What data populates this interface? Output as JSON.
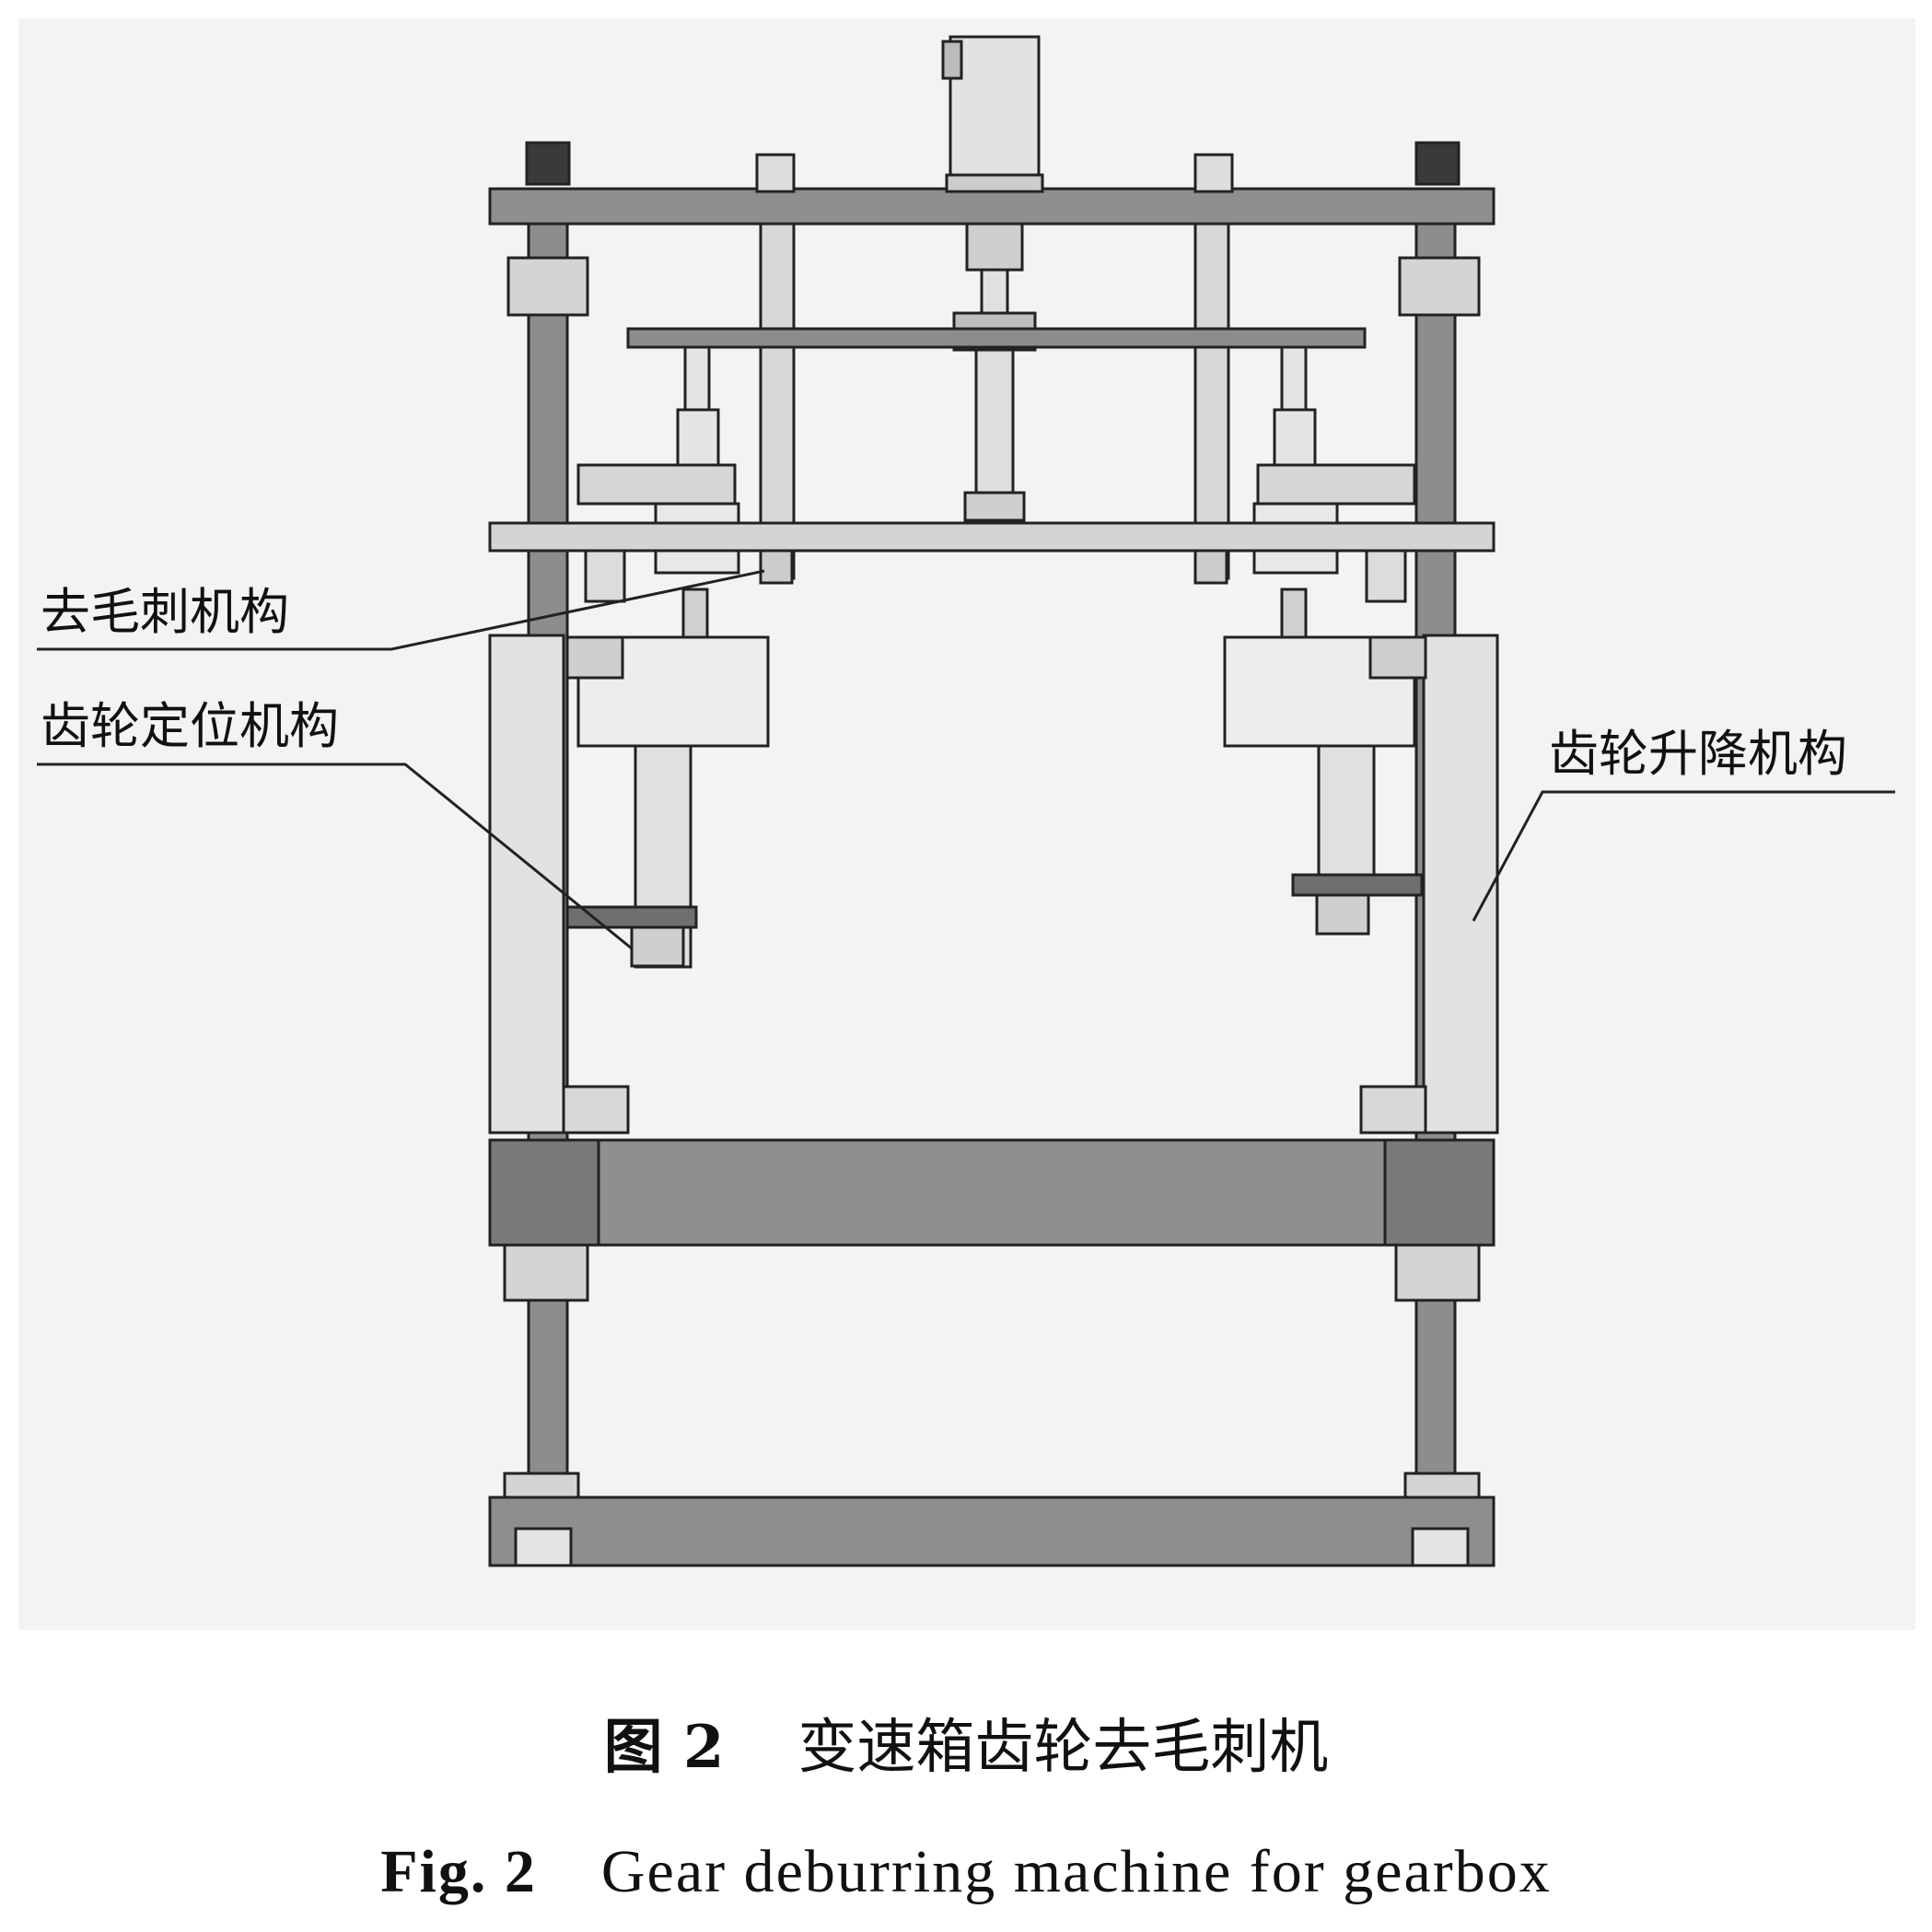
{
  "labels": {
    "deburring": "去毛刺机构",
    "positioning": "齿轮定位机构",
    "lifting": "齿轮升降机构"
  },
  "caption": {
    "cn_number": "图 2",
    "cn_title": "变速箱齿轮去毛刺机",
    "en_number": "Fig. 2",
    "en_title": "Gear deburring machine for gearbox"
  },
  "colors": {
    "background": "#f2f2f2",
    "frame": "#8c8c8c",
    "frame_dark": "#555555",
    "outline": "#222222",
    "light_part": "#d0d0d0"
  }
}
